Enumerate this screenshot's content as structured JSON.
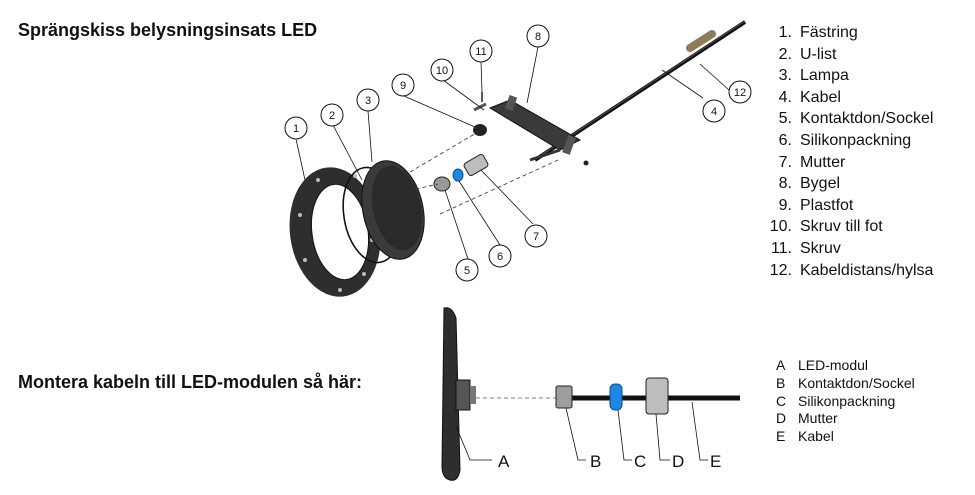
{
  "headings": {
    "exploded_view": "Sprängskiss belysningsinsats LED",
    "mount_instructions": "Montera kabeln till LED-modulen så här:"
  },
  "parts": [
    {
      "number": "1.",
      "label": "Fästring"
    },
    {
      "number": "2.",
      "label": "U-list"
    },
    {
      "number": "3.",
      "label": "Lampa"
    },
    {
      "number": "4.",
      "label": "Kabel"
    },
    {
      "number": "5.",
      "label": "Kontaktdon/Sockel"
    },
    {
      "number": "6.",
      "label": "Silikonpackning"
    },
    {
      "number": "7.",
      "label": "Mutter"
    },
    {
      "number": "8.",
      "label": "Bygel"
    },
    {
      "number": "9.",
      "label": "Plastfot"
    },
    {
      "number": "10.",
      "label": "Skruv till fot"
    },
    {
      "number": "11.",
      "label": "Skruv"
    },
    {
      "number": "12.",
      "label": "Kabeldistans/hylsa"
    }
  ],
  "callouts": [
    "1",
    "2",
    "3",
    "4",
    "5",
    "6",
    "7",
    "8",
    "9",
    "10",
    "11",
    "12"
  ],
  "assembly_legend": [
    {
      "key": "A",
      "label": "LED-modul"
    },
    {
      "key": "B",
      "label": "Kontaktdon/Sockel"
    },
    {
      "key": "C",
      "label": "Silikonpackning"
    },
    {
      "key": "D",
      "label": "Mutter"
    },
    {
      "key": "E",
      "label": "Kabel"
    }
  ],
  "assembly_letters": [
    "A",
    "B",
    "C",
    "D",
    "E"
  ],
  "colors": {
    "line": "#111111",
    "part_dark": "#2b2b2b",
    "gasket_blue": "#1e88e5",
    "metal_grey": "#bdbdbd"
  }
}
